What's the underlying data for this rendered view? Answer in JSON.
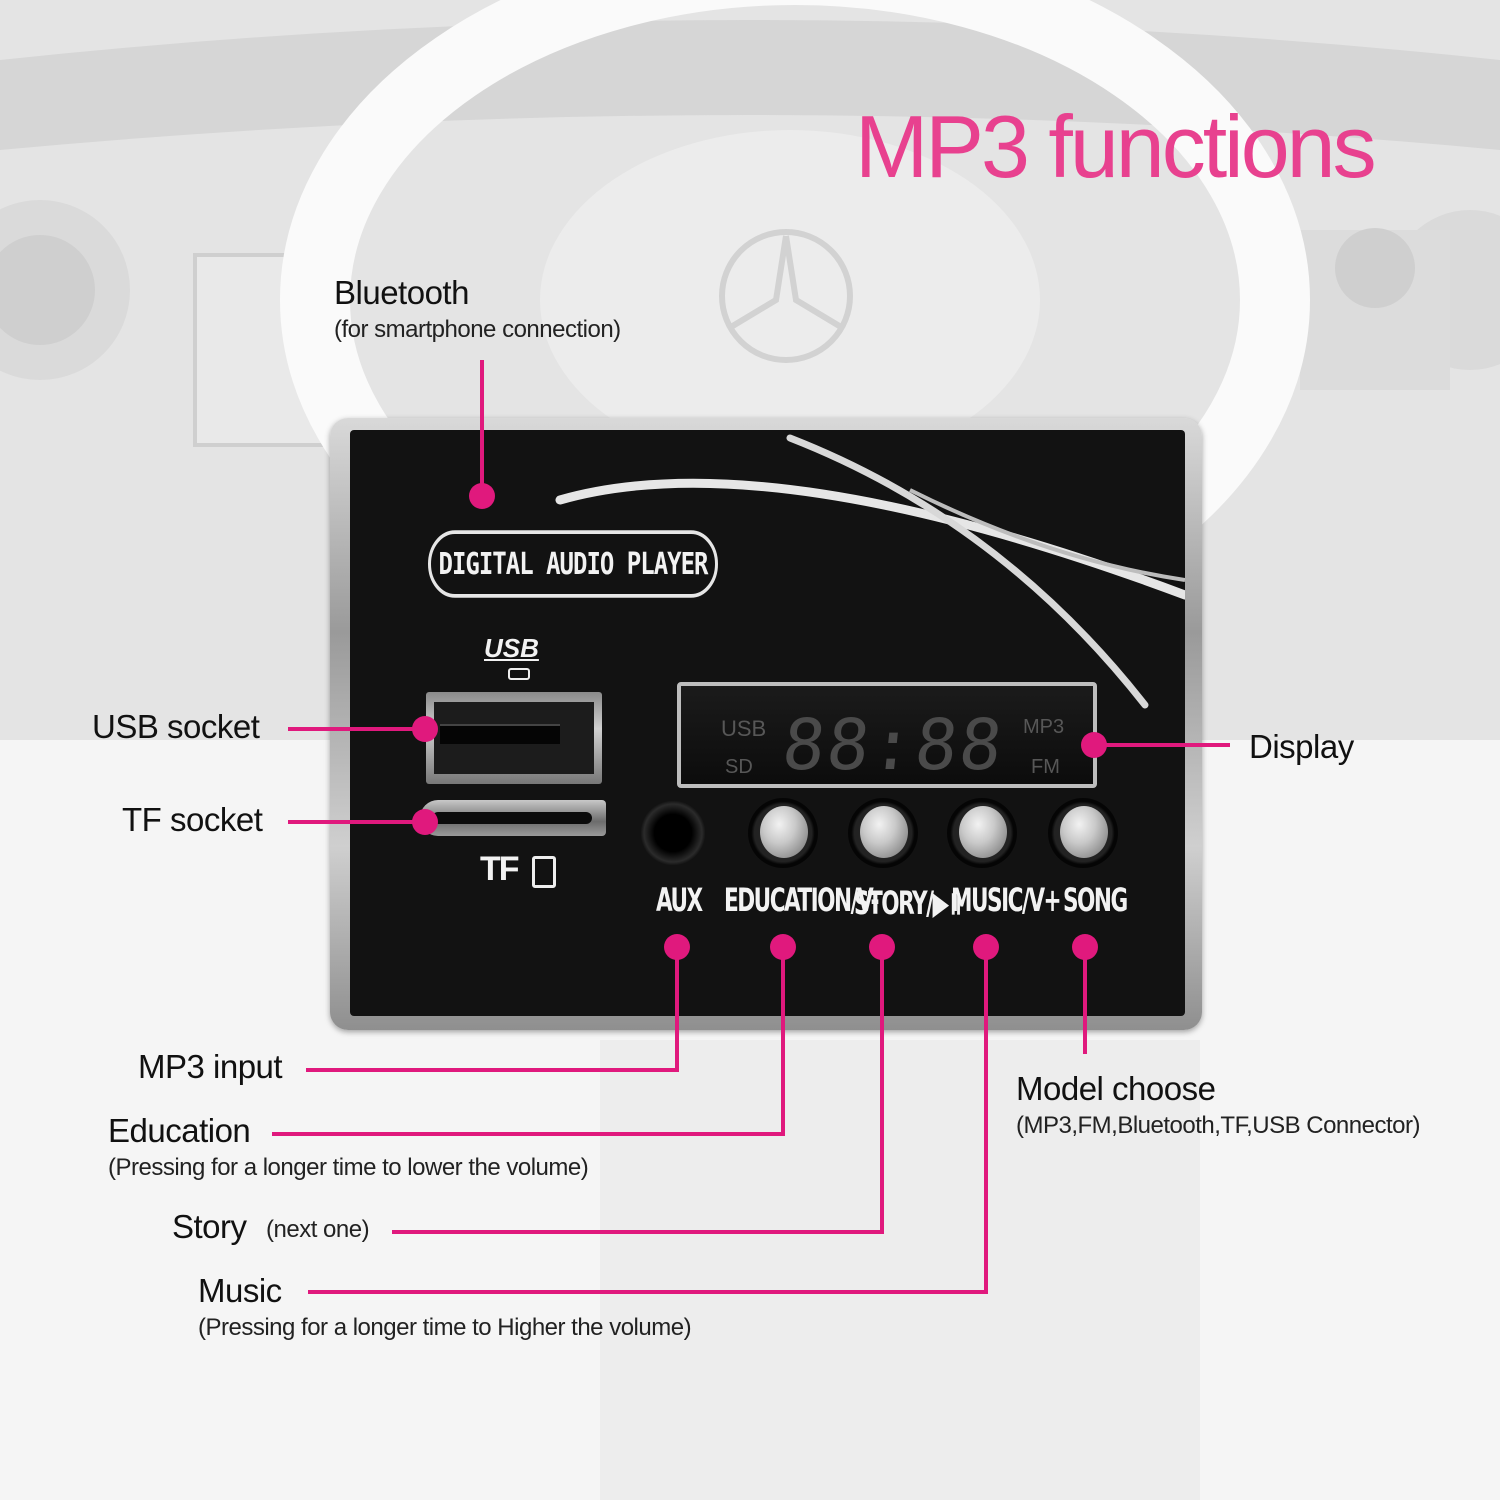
{
  "title": "MP3 functions",
  "colors": {
    "accent": "#e0197d",
    "title": "#e8418f",
    "panel": "#121212"
  },
  "panel": {
    "badge": "DIGITAL  AUDIO PLAYER",
    "usb_logo": "USB",
    "tf_logo": "TF",
    "display": {
      "usb": "USB",
      "sd": "SD",
      "mp3": "MP3",
      "fm": "FM",
      "digits": "88:88"
    },
    "buttons": [
      {
        "label": "AUX"
      },
      {
        "label": "EDUCATION/V-"
      },
      {
        "label": "STORY/▶॥"
      },
      {
        "label": "MUSIC/V+"
      },
      {
        "label": "SONG"
      }
    ]
  },
  "callouts": {
    "bluetooth": {
      "label": "Bluetooth",
      "sub": "(for smartphone connection)"
    },
    "usb_socket": {
      "label": "USB socket"
    },
    "tf_socket": {
      "label": "TF socket"
    },
    "display": {
      "label": "Display"
    },
    "mp3_input": {
      "label": "MP3 input"
    },
    "education": {
      "label": "Education",
      "sub": "(Pressing for a longer time to lower the volume)"
    },
    "story": {
      "label": "Story",
      "sub": "(next one)"
    },
    "music": {
      "label": "Music",
      "sub": "(Pressing for a longer time to Higher the volume)"
    },
    "model_choose": {
      "label": "Model choose",
      "sub": "(MP3,FM,Bluetooth,TF,USB Connector)"
    }
  }
}
